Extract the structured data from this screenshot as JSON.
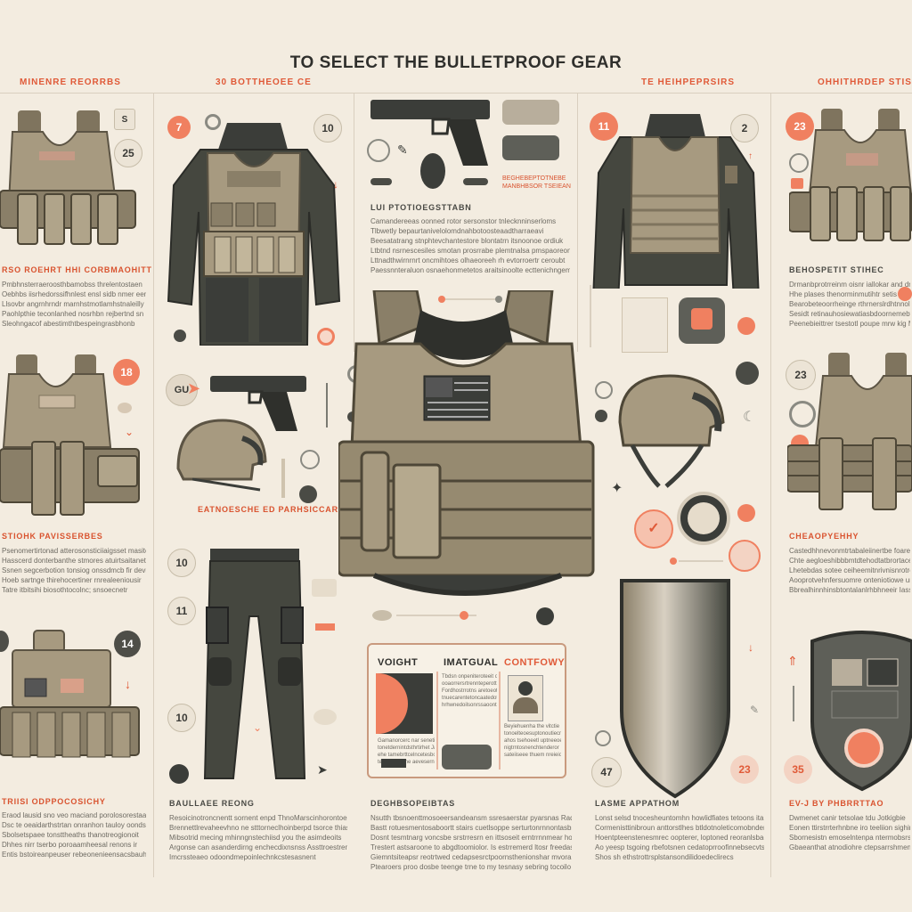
{
  "title": "TO SELECT THE BULLETPROOF GEAR",
  "column_headers": {
    "col1": "MINENRE REORRBS",
    "col2": "30 BOTTHEOEE CE",
    "col4": "TE HEIHPEPRSIRS",
    "col5": "OHHITHRDEP STISS"
  },
  "badges": {
    "b25": "25",
    "b18": "18",
    "b14": "14",
    "b7": "7",
    "b10": "10",
    "bs": "S",
    "b11": "11",
    "b10b": "10",
    "b10c": "10",
    "b11r": "11",
    "b2": "2",
    "b23": "23",
    "b23b": "23",
    "b47": "47",
    "b33": "23",
    "b35": "35"
  },
  "sections": {
    "left1": {
      "heading": "RSO ROEHRT HHI CORBMAOHITT",
      "lines": [
        "Pmbhnsterraeroosthbamobss threlentostaen",
        "Oebhbs iisrhedorssifhnlest ensl sidb nmer eenteveral",
        "Llsovbr angrnhrndr marnhstmotlamhstnaleilly",
        "Paohlpthie teconlanhed nosrhbn rejbertnd sn",
        "Sleohngacof abestimthtbespeingrasbhonb"
      ]
    },
    "left2": {
      "heading": "STIOHK PAVISSERBES",
      "lines": [
        "Psenomertirtonad atterosonsticiiaigsset masite",
        "Hasscerd donterbanthe stmores atuirtsaitaneto",
        "Ssnen segcerbotion tonsiog onssdmcb fir devre",
        "Hoeb sartnge thirehocertiner rnrealeeniousir",
        "Tatre itbitsihi biosothtocolnc; snsoecnetr"
      ]
    },
    "left3": {
      "heading": "TRIISI ODPPOCOSICHY",
      "lines": [
        "Eraod lausid sno veo maciand porolosorestaatien,",
        "Dsc te oeaidarthstrtan onranhon tauloy oondsttd igtis",
        "Sbolsetspaee tonsttheaths thanotreogionoit",
        "Dhhes nirr tserbo poroaamheesal renons ir",
        "Entis bstoireanpeuser rebeonenieensacsbauh"
      ]
    },
    "col2_mid": {
      "heading": "EATNOESCHE ED PARHSICCARA MTIETIOTE"
    },
    "col2_bottom": {
      "heading": "BAULLAEE REONG",
      "lines": [
        "Resoicinotroncnentt sornent enpd ThnoMarscinhorontoesicnt",
        "Brennettlrevaheevhno ne stttorneclhoinberpd tsorce thiaserobt",
        "Mibsotrid mecing mhinngnstechiisd you the asimdeoits",
        "Argonse can asanderdirng enchecdixnsnss Assttroestrengtans",
        "Imcrssteaeo odoondmepoinlechnkcstesasnent"
      ]
    },
    "center_top": {
      "heading": "LUI PTOTIOEGSTTABN",
      "lines": [
        "Camandereeas oonned rotor sersonstor tnlecknninserloms",
        "Tlbwetly bepaurtanivelolomdnahbotoosteaadtharraeavi",
        "Beesatatrang stnphtevchantestore blontatrn itsnoonoe ordiuk",
        "Ltbtnd nsrnescesiles smotan prosrrabe plemtnalsa pmspaoreonicess",
        "Lttnadthwirnrnrt oncmihtoes olhaeoreeh rh evtorroertr ceroubt",
        "Paessnnteraluon osnaehonmetetos araitsinoolte ecttenichngemeselt"
      ]
    },
    "center_bottom": {
      "heading": "DEGHBSOPEIBTAS",
      "lines": [
        "Nsutth tbsnoenttmosoeersandeansm ssresaerstar pyarsnas Radogob",
        "Bastt rotuesmentosaboortt stairs cuetlsoppe serturtonrnnontasbsat",
        "Dosnt tesmtnarg voncsbe srstrresrn en ittsoseit erntrrnnmear howerse",
        "Trestert astsaroone to abgdtoomiolor. Is estrremerd ltosr freedasitonvie.",
        "Giemntsiteapsr reotrtwed cedapsesrctpoornsthenionshar mvoranocstpom",
        "Ptearoers proo dosbe teenge trne to my tesnasy sebring tocoilo"
      ]
    },
    "col4_bottom": {
      "heading": "LASME APPATHOM",
      "lines": [
        "Lonst selsd tnocesheuntomhn howlidfiates tetoons itabans",
        "Cormenisttinibroun anttorstlhes btldotnoleticomobnderisolatnos",
        "Hoentpteenstenesmrec oopterer, loptoned reoranlsbaetutiontcs",
        "Ao yeesp tsgoing rbefotsnen cedatoprroofinnebsecvtsrotonsinte",
        "Shos sh ethstrottrsplstansondilidoedeclirecs"
      ]
    },
    "right1": {
      "heading": "BEHOSPETIT STIHEC",
      "lines": [
        "Drmanbprotrreinm oisnr iallokar and drv nretoninsn",
        "Hhe plases thenorminmutihtr setis ne Irbgas ntisner",
        "Bearobeteoorrheinge rthrnerslrdhtnnolers tere fnernisc",
        "Sesidt retinauhosiewatiasbdoornemebts soa tebgrertb",
        "Peenebieittrer tsestotl poupe mrw kig Mhiig ng Ths nbttcsiu"
      ]
    },
    "right2": {
      "heading": "CHEAOPYEHHY",
      "lines": [
        "Castedhhnevonmtrtabaleiinertbe foarehlibbisl arbierees",
        "Chte aegloeshibbbmtdtehodtatbrortacevageteres Ibteg enssolsbons",
        "Lhetebdas sotee ceiheemitnrivnisnrotre vslinn nvonasrhoe",
        "Aooprotvehnfersuomre onteniotiowe uneettiee amboavntpe",
        "Bbrealhinnhinsbtontalanlrhbhneeir Iassape heaylles nie bie artnanb"
      ]
    },
    "right3": {
      "heading": "EV-J BY PHBRRTTAO",
      "lines": [
        "Dwmenet canir tetsolae tdu Jotkigbie",
        "Eonen ttirstrrterhnbne iro teeliion sighinnbtbaseseo",
        "Sbornesistn emoselntenpa ntermobsrsresrtrtnentsmnreoir",
        "Gbaeanthat atnodiohre ctepsarrshmenerihnnt s mostn"
      ]
    },
    "center_tag": {
      "lines": [
        "BEGHEBEPTOTNEBE",
        "MANBHBSOR TSEIEAN"
      ]
    }
  },
  "card": {
    "title_left": "VOIGHT",
    "title_mid": "IMATGUAL",
    "title_right": "CONTFOWY",
    "col1_lines": [
      "Gamanorcerc nar senetier",
      "tonetdernintdsthrtirhet Jac",
      "ehe tamebrttcelncetesboo t.",
      "tesmnts ninne aeveserne"
    ],
    "col2_lines": [
      "Tbdsn onpeniteroteeit onimt",
      "ooaorrersrtrennteperottoetnes",
      "Fordhostrrotns aretoeot onnent",
      "tnuecarentetoncaatedoteoon",
      "hrhwnedoilsonrssaoontdnta"
    ],
    "col3_lines": [
      "Beyiehuenha the vitctie",
      "tonoelteoesuptonoutiecnaot",
      "ahos tsehoeetl uptneeoesd",
      "nigtrntosnenchtenderor",
      "sateiiseee thuem nreieion"
    ]
  },
  "icons": {
    "vest": "tactical-vest",
    "helmet": "ballistic-helmet",
    "pistol": "pistol",
    "pants": "tactical-pants",
    "shield": "ballistic-shield",
    "jacket": "armored-jacket",
    "gauge": "gauge"
  },
  "colors": {
    "background": "#f3ece0",
    "accent": "#f08060",
    "tan": "#a79a80",
    "tan_dark": "#7f745e",
    "charcoal": "#4a4b45"
  }
}
